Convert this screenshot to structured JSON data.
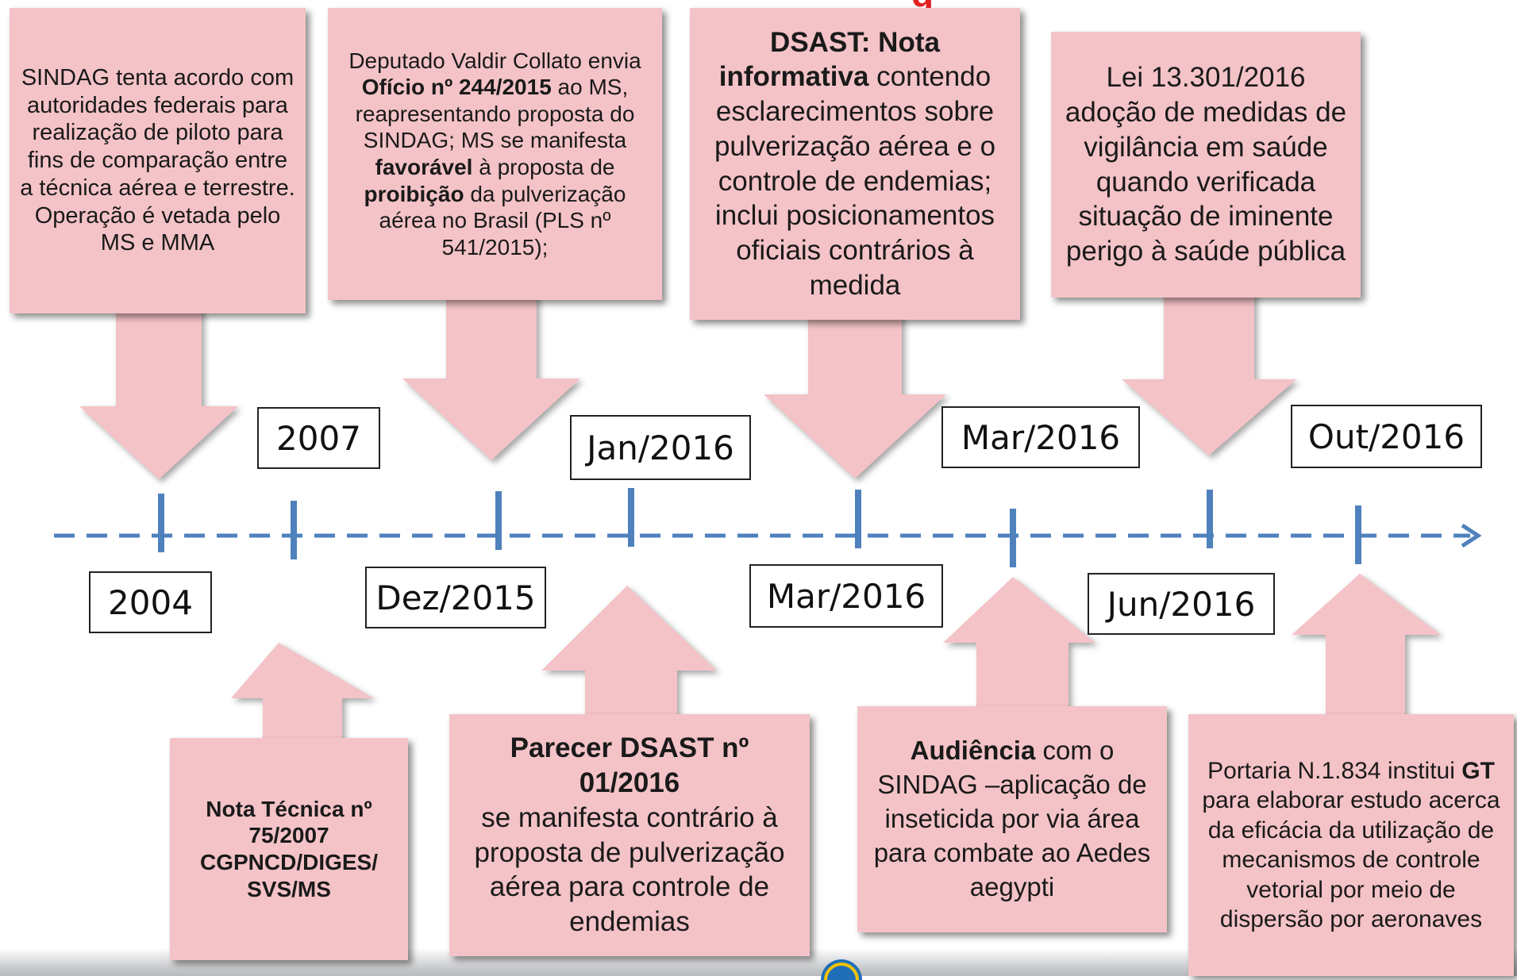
{
  "title_fragment": "g",
  "colors": {
    "callout_fill": "#f4c3c7",
    "timeline": "#4f81bd",
    "box_border": "#222222"
  },
  "dates_top": [
    "2007",
    "Jan/2016",
    "Mar/2016",
    "Out/2016"
  ],
  "dates_bottom": [
    "2004",
    "Dez/2015",
    "Mar/2016",
    "Jun/2016"
  ],
  "events_top": [
    {
      "segments": [
        [
          "SINDAG tenta acordo com autoridades federais para realização de piloto para fins de comparação entre a técnica aérea e terrestre. Operação é vetada pelo MS e MMA",
          false
        ]
      ]
    },
    {
      "segments": [
        [
          "Deputado Valdir Collato envia ",
          false
        ],
        [
          "Ofício nº 244/2015",
          true
        ],
        [
          " ao MS, reapresentando proposta do SINDAG; MS se manifesta ",
          false
        ],
        [
          "favorável",
          true
        ],
        [
          " à proposta de ",
          false
        ],
        [
          "proibição",
          true
        ],
        [
          " da pulverização aérea no Brasil (PLS nº 541/2015);",
          false
        ]
      ]
    },
    {
      "segments": [
        [
          "DSAST: Nota informativa",
          true
        ],
        [
          " contendo esclarecimentos sobre pulverização aérea e o controle de endemias; inclui posicionamentos oficiais contrários à medida",
          false
        ]
      ]
    },
    {
      "segments": [
        [
          "Lei 13.301/2016 adoção de medidas de vigilância em saúde quando verificada   situação de iminente perigo à saúde pública",
          false
        ]
      ]
    }
  ],
  "events_bottom": [
    {
      "segments": [
        [
          "Nota Técnica nº 75/2007 CGPNCD/DIGES/ SVS/MS",
          true
        ]
      ]
    },
    {
      "segments": [
        [
          "Parecer DSAST nº 01/2016",
          true
        ],
        [
          "\nse manifesta contrário à proposta de pulverização aérea para controle de endemias",
          false
        ]
      ]
    },
    {
      "segments": [
        [
          "Audiência",
          true
        ],
        [
          " com o SINDAG –aplicação de inseticida por via área para combate ao Aedes aegypti",
          false
        ]
      ]
    },
    {
      "segments": [
        [
          "Portaria N.1.834 institui ",
          false
        ],
        [
          "GT",
          true
        ],
        [
          " para elaborar estudo acerca da eficácia da utilização de mecanismos de controle vetorial por meio de dispersão por aeronaves",
          false
        ]
      ]
    }
  ]
}
